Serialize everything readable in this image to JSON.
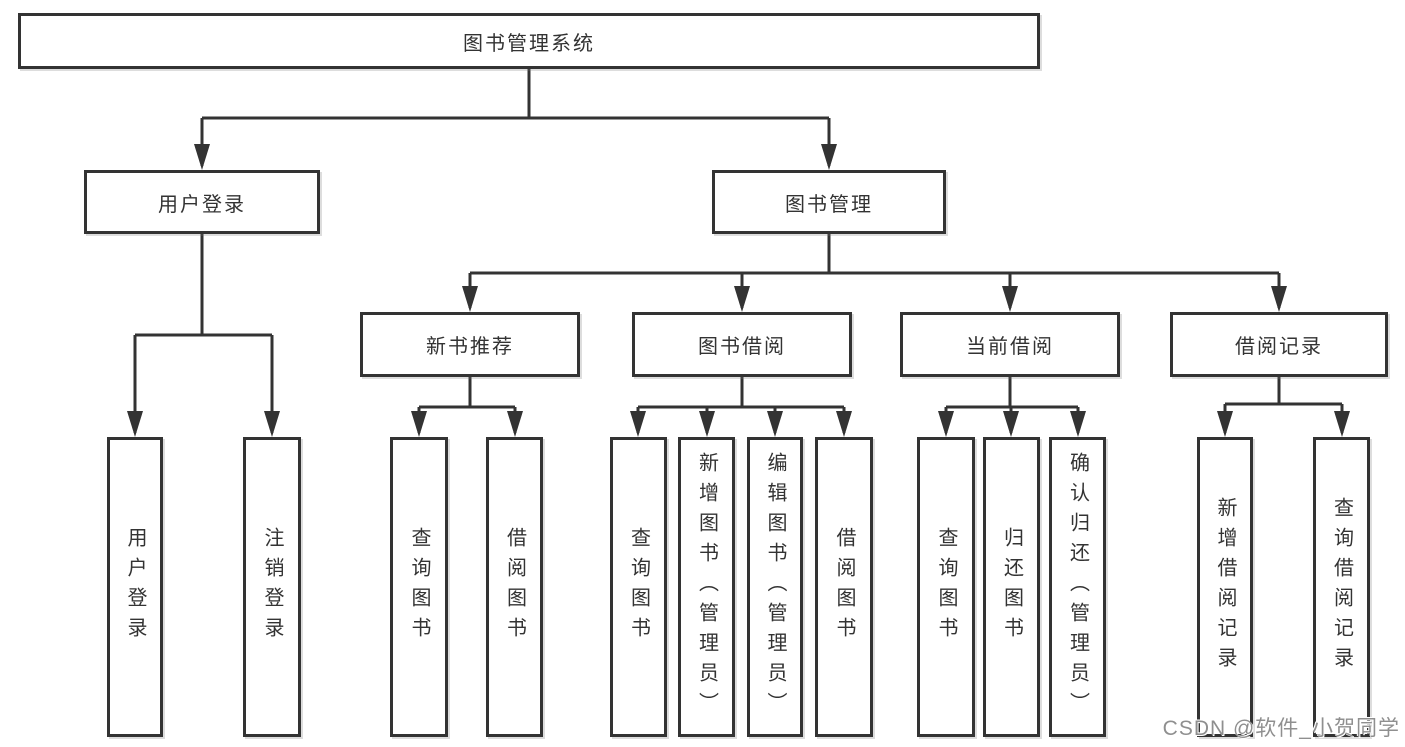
{
  "diagram_title": "图书管理系统",
  "tree": {
    "root": {
      "label": "图书管理系统",
      "children": [
        {
          "label": "用户登录",
          "children": [
            {
              "label": "用户登录"
            },
            {
              "label": "注销登录"
            }
          ]
        },
        {
          "label": "图书管理",
          "children": [
            {
              "label": "新书推荐",
              "children": [
                {
                  "label": "查询图书"
                },
                {
                  "label": "借阅图书"
                }
              ]
            },
            {
              "label": "图书借阅",
              "children": [
                {
                  "label": "查询图书"
                },
                {
                  "label": "新增图书（管理员）"
                },
                {
                  "label": "编辑图书（管理员）"
                },
                {
                  "label": "借阅图书"
                }
              ]
            },
            {
              "label": "当前借阅",
              "children": [
                {
                  "label": "查询图书"
                },
                {
                  "label": "归还图书"
                },
                {
                  "label": "确认归还（管理员）"
                }
              ]
            },
            {
              "label": "借阅记录",
              "children": [
                {
                  "label": "新增借阅记录"
                },
                {
                  "label": "查询借阅记录"
                }
              ]
            }
          ]
        }
      ]
    }
  },
  "watermark": {
    "text": "CSDN @软件_小贺同学",
    "color": "#8f8f8f"
  },
  "colors": {
    "line": "#333333",
    "box_border": "#333333",
    "text": "#333333",
    "background": "#ffffff"
  }
}
